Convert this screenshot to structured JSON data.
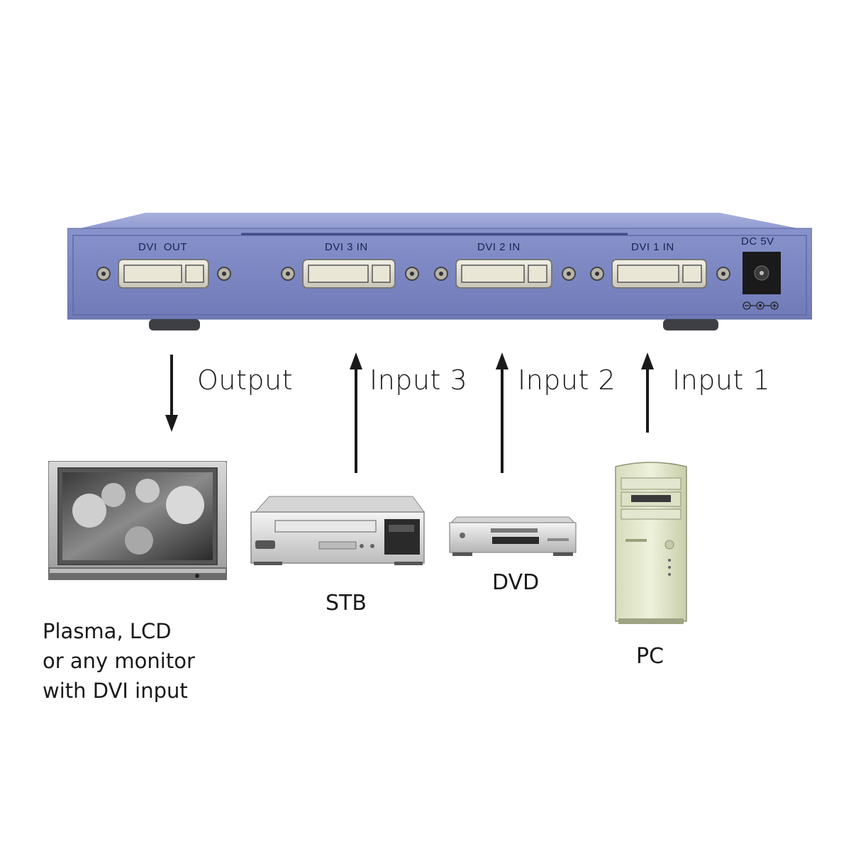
{
  "switch": {
    "ports": {
      "dvi_out": "DVI  OUT",
      "dvi_3_in": "DVI 3 IN",
      "dvi_2_in": "DVI 2 IN",
      "dvi_1_in": "DVI 1 IN",
      "dc": "DC 5V"
    },
    "body_color": "#7b86c2"
  },
  "connections": {
    "output": "Output",
    "input_3": "Input 3",
    "input_2": "Input 2",
    "input_1": "Input 1"
  },
  "devices": {
    "stb": "STB",
    "dvd": "DVD",
    "pc": "PC",
    "monitor_lines": [
      "Plasma, LCD",
      "or any monitor",
      "with DVI input"
    ]
  }
}
